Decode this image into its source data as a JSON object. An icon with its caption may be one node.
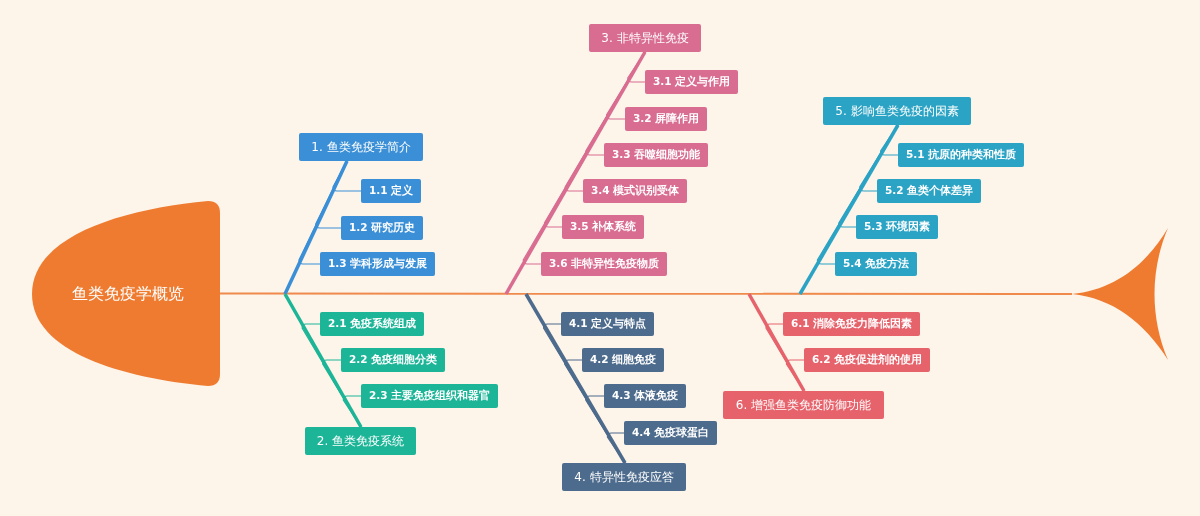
{
  "diagram": {
    "nodes": [
      {
        "text": [
          "鱼类免疫学概览"
        ]
      },
      {
        "text": [
          "1. 鱼类免疫学简介"
        ]
      },
      {
        "text": [
          "1.1 定义"
        ]
      },
      {
        "text": [
          "1.2 研究历史"
        ]
      },
      {
        "text": [
          "1.3 学科形成与发展"
        ]
      },
      {
        "text": [
          "2. 鱼类免疫系统"
        ]
      },
      {
        "text": [
          "2.1 免疫系统组成"
        ]
      },
      {
        "text": [
          "2.2 免疫细胞分类"
        ]
      },
      {
        "text": [
          "2.3 主要免疫组织和器官"
        ]
      },
      {
        "text": [
          "3. 非特异性免疫"
        ]
      },
      {
        "text": [
          "3.1 定义与作用"
        ]
      },
      {
        "text": [
          "3.2 屏障作用"
        ]
      },
      {
        "text": [
          "3.3 吞噬细胞功能"
        ]
      },
      {
        "text": [
          "3.4 模式识别受体"
        ]
      },
      {
        "text": [
          "3.5 补体系统"
        ]
      },
      {
        "text": [
          "3.6 非特异性免疫物质"
        ]
      },
      {
        "text": [
          "4. 特异性免疫应答"
        ]
      },
      {
        "text": [
          "4.1 定义与特点"
        ]
      },
      {
        "text": [
          "4.2 细胞免疫"
        ]
      },
      {
        "text": [
          "4.3 体液免疫"
        ]
      },
      {
        "text": [
          "4.4 免疫球蛋白"
        ]
      },
      {
        "text": [
          "5. 影响鱼类免疫的因素"
        ]
      },
      {
        "text": [
          "5.1 抗原的种类和性质"
        ]
      },
      {
        "text": [
          "5.2 鱼类个体差异"
        ]
      },
      {
        "text": [
          "5.3 环境因素"
        ]
      },
      {
        "text": [
          "5.4 免疫方法"
        ]
      },
      {
        "text": [
          "6. 增强鱼类免疫防御功能"
        ]
      },
      {
        "text": [
          "6.1 消除免疫力降低因素"
        ]
      },
      {
        "text": [
          "6.2 免疫促进剂的使用"
        ]
      },
      {
        "text": [],
        "shape": "tail"
      }
    ],
    "edges": [
      {
        "from": 0,
        "to": 29,
        "arrow": "none",
        "color": "#ef8a4c"
      },
      {
        "from": 1,
        "to": null,
        "arrow": "none",
        "style": "thick",
        "color": "#3a8fd7"
      },
      {
        "from": 2,
        "to": 1,
        "arrow": "none",
        "color": "#3a8fd7"
      },
      {
        "from": 3,
        "to": 1,
        "arrow": "none",
        "color": "#3a8fd7"
      },
      {
        "from": 4,
        "to": 1,
        "arrow": "none",
        "color": "#3a8fd7"
      },
      {
        "from": 5,
        "to": null,
        "arrow": "none",
        "style": "thick",
        "color": "#1db597"
      },
      {
        "from": 6,
        "to": 5,
        "arrow": "none",
        "color": "#1db597"
      },
      {
        "from": 7,
        "to": 5,
        "arrow": "none",
        "color": "#1db597"
      },
      {
        "from": 8,
        "to": 5,
        "arrow": "none",
        "color": "#1db597"
      },
      {
        "from": 9,
        "to": null,
        "arrow": "none",
        "style": "thick",
        "color": "#d96d91"
      },
      {
        "from": 10,
        "to": 9,
        "arrow": "none",
        "color": "#d96d91"
      },
      {
        "from": 11,
        "to": 9,
        "arrow": "none",
        "color": "#d96d91"
      },
      {
        "from": 12,
        "to": 9,
        "arrow": "none",
        "color": "#d96d91"
      },
      {
        "from": 13,
        "to": 9,
        "arrow": "none",
        "color": "#d96d91"
      },
      {
        "from": 14,
        "to": 9,
        "arrow": "none",
        "color": "#d96d91"
      },
      {
        "from": 15,
        "to": 9,
        "arrow": "none",
        "color": "#d96d91"
      },
      {
        "from": 16,
        "to": null,
        "arrow": "none",
        "style": "thick",
        "color": "#4d6b8c"
      },
      {
        "from": 17,
        "to": 16,
        "arrow": "none",
        "color": "#4d6b8c"
      },
      {
        "from": 18,
        "to": 16,
        "arrow": "none",
        "color": "#4d6b8c"
      },
      {
        "from": 19,
        "to": 16,
        "arrow": "none",
        "color": "#4d6b8c"
      },
      {
        "from": 20,
        "to": 16,
        "arrow": "none",
        "color": "#4d6b8c"
      },
      {
        "from": 21,
        "to": null,
        "arrow": "none",
        "style": "thick",
        "color": "#2ba3c4"
      },
      {
        "from": 22,
        "to": 21,
        "arrow": "none",
        "color": "#2ba3c4"
      },
      {
        "from": 23,
        "to": 21,
        "arrow": "none",
        "color": "#2ba3c4"
      },
      {
        "from": 24,
        "to": 21,
        "arrow": "none",
        "color": "#2ba3c4"
      },
      {
        "from": 25,
        "to": 21,
        "arrow": "none",
        "color": "#2ba3c4"
      },
      {
        "from": 26,
        "to": null,
        "arrow": "none",
        "style": "thick",
        "color": "#e6636c"
      },
      {
        "from": 27,
        "to": 26,
        "arrow": "none",
        "color": "#e6636c"
      },
      {
        "from": 28,
        "to": 26,
        "arrow": "none",
        "color": "#e6636c"
      }
    ]
  }
}
